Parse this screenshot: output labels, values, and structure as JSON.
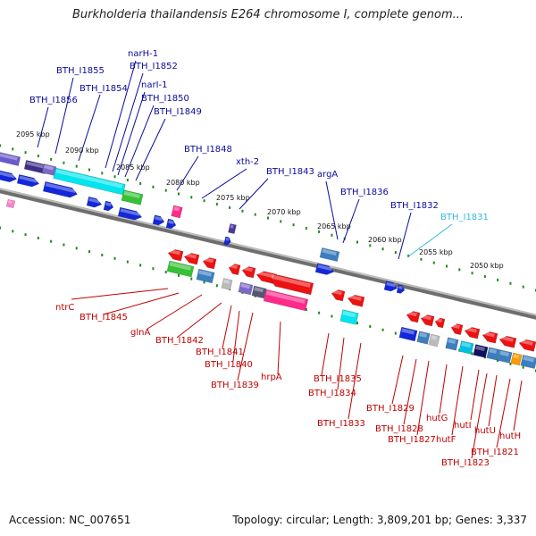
{
  "title": "Burkholderia thailandensis E264 chromosome I, complete genom...",
  "footer": {
    "accession": "Accession: NC_007651",
    "summary": "Topology: circular; Length: 3,809,201 bp; Genes: 3,337"
  },
  "colors": {
    "forward_label": "#0a0a9e",
    "reverse_label": "#c00000",
    "highlight_label": "#33bbdd",
    "backbone": "#8c8c8c",
    "dots": "#1f8a1f"
  },
  "ticks": [
    "2095 kbp",
    "2090 kbp",
    "2085 kbp",
    "2080 kbp",
    "2075 kbp",
    "2070 kbp",
    "2065 kbp",
    "2060 kbp",
    "2055 kbp",
    "2050 kbp"
  ],
  "forward_genes": [
    "BTH_I1856",
    "BTH_I1855",
    "BTH_I1854",
    "narH-1",
    "BTH_I1852",
    "narI-1",
    "BTH_I1850",
    "BTH_I1849",
    "BTH_I1848",
    "xth-2",
    "BTH_I1843",
    "argA",
    "BTH_I1836",
    "BTH_I1832",
    "BTH_I1831"
  ],
  "reverse_genes": [
    "ntrC",
    "BTH_I1845",
    "glnA",
    "BTH_I1842",
    "BTH_I1841",
    "BTH_I1840",
    "BTH_I1839",
    "hrpA",
    "BTH_I1835",
    "BTH_I1834",
    "BTH_I1833",
    "BTH_I1829",
    "BTH_I1828",
    "BTH_I1827",
    "hutG",
    "hutF",
    "hutI",
    "BTH_I1823",
    "hutU",
    "BTH_I1821",
    "hutH"
  ]
}
